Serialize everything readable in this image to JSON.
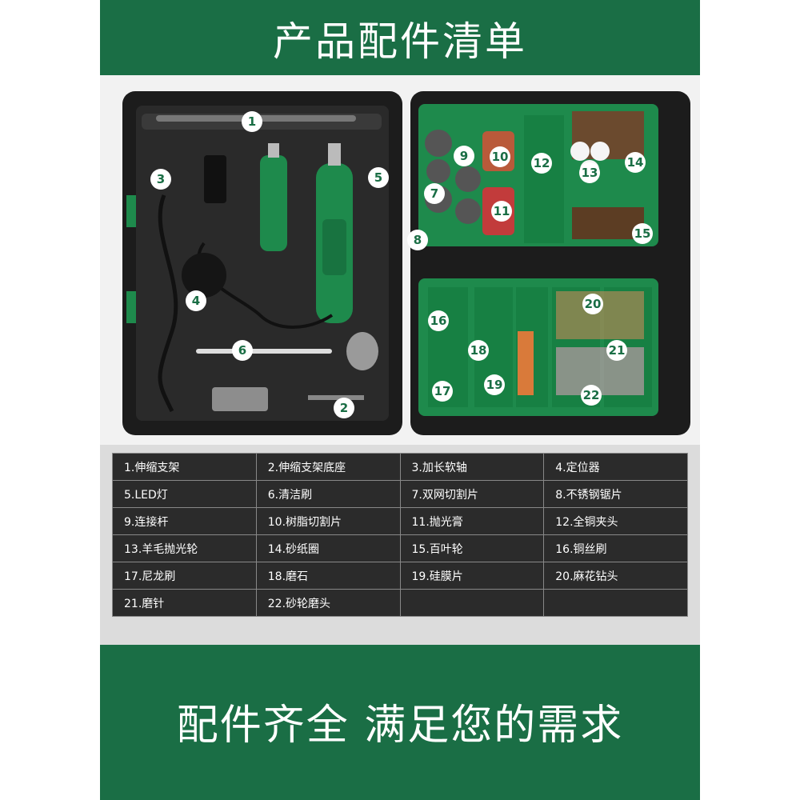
{
  "header": {
    "title": "产品配件清单"
  },
  "footer": {
    "slogan": "配件齐全 满足您的需求"
  },
  "colors": {
    "brand_green": "#1a6e45",
    "case_black": "#222222",
    "tray_green": "#1e8a4c"
  },
  "photo": {
    "markers": [
      "1",
      "2",
      "3",
      "4",
      "5",
      "6",
      "7",
      "8",
      "9",
      "10",
      "11",
      "12",
      "13",
      "14",
      "15",
      "16",
      "17",
      "18",
      "19",
      "20",
      "21",
      "22"
    ]
  },
  "parts_table": {
    "rows": [
      [
        "1.伸缩支架",
        "2.伸缩支架底座",
        "3.加长软轴",
        "4.定位器"
      ],
      [
        "5.LED灯",
        "6.清洁刷",
        "7.双网切割片",
        "8.不锈钢锯片"
      ],
      [
        "9.连接杆",
        "10.树脂切割片",
        "11.抛光膏",
        "12.全铜夹头"
      ],
      [
        "13.羊毛抛光轮",
        "14.砂纸圈",
        "15.百叶轮",
        "16.铜丝刷"
      ],
      [
        "17.尼龙刷",
        "18.磨石",
        "19.硅膜片",
        "20.麻花钻头"
      ],
      [
        "21.磨针",
        "22.砂轮磨头",
        "",
        ""
      ]
    ]
  }
}
